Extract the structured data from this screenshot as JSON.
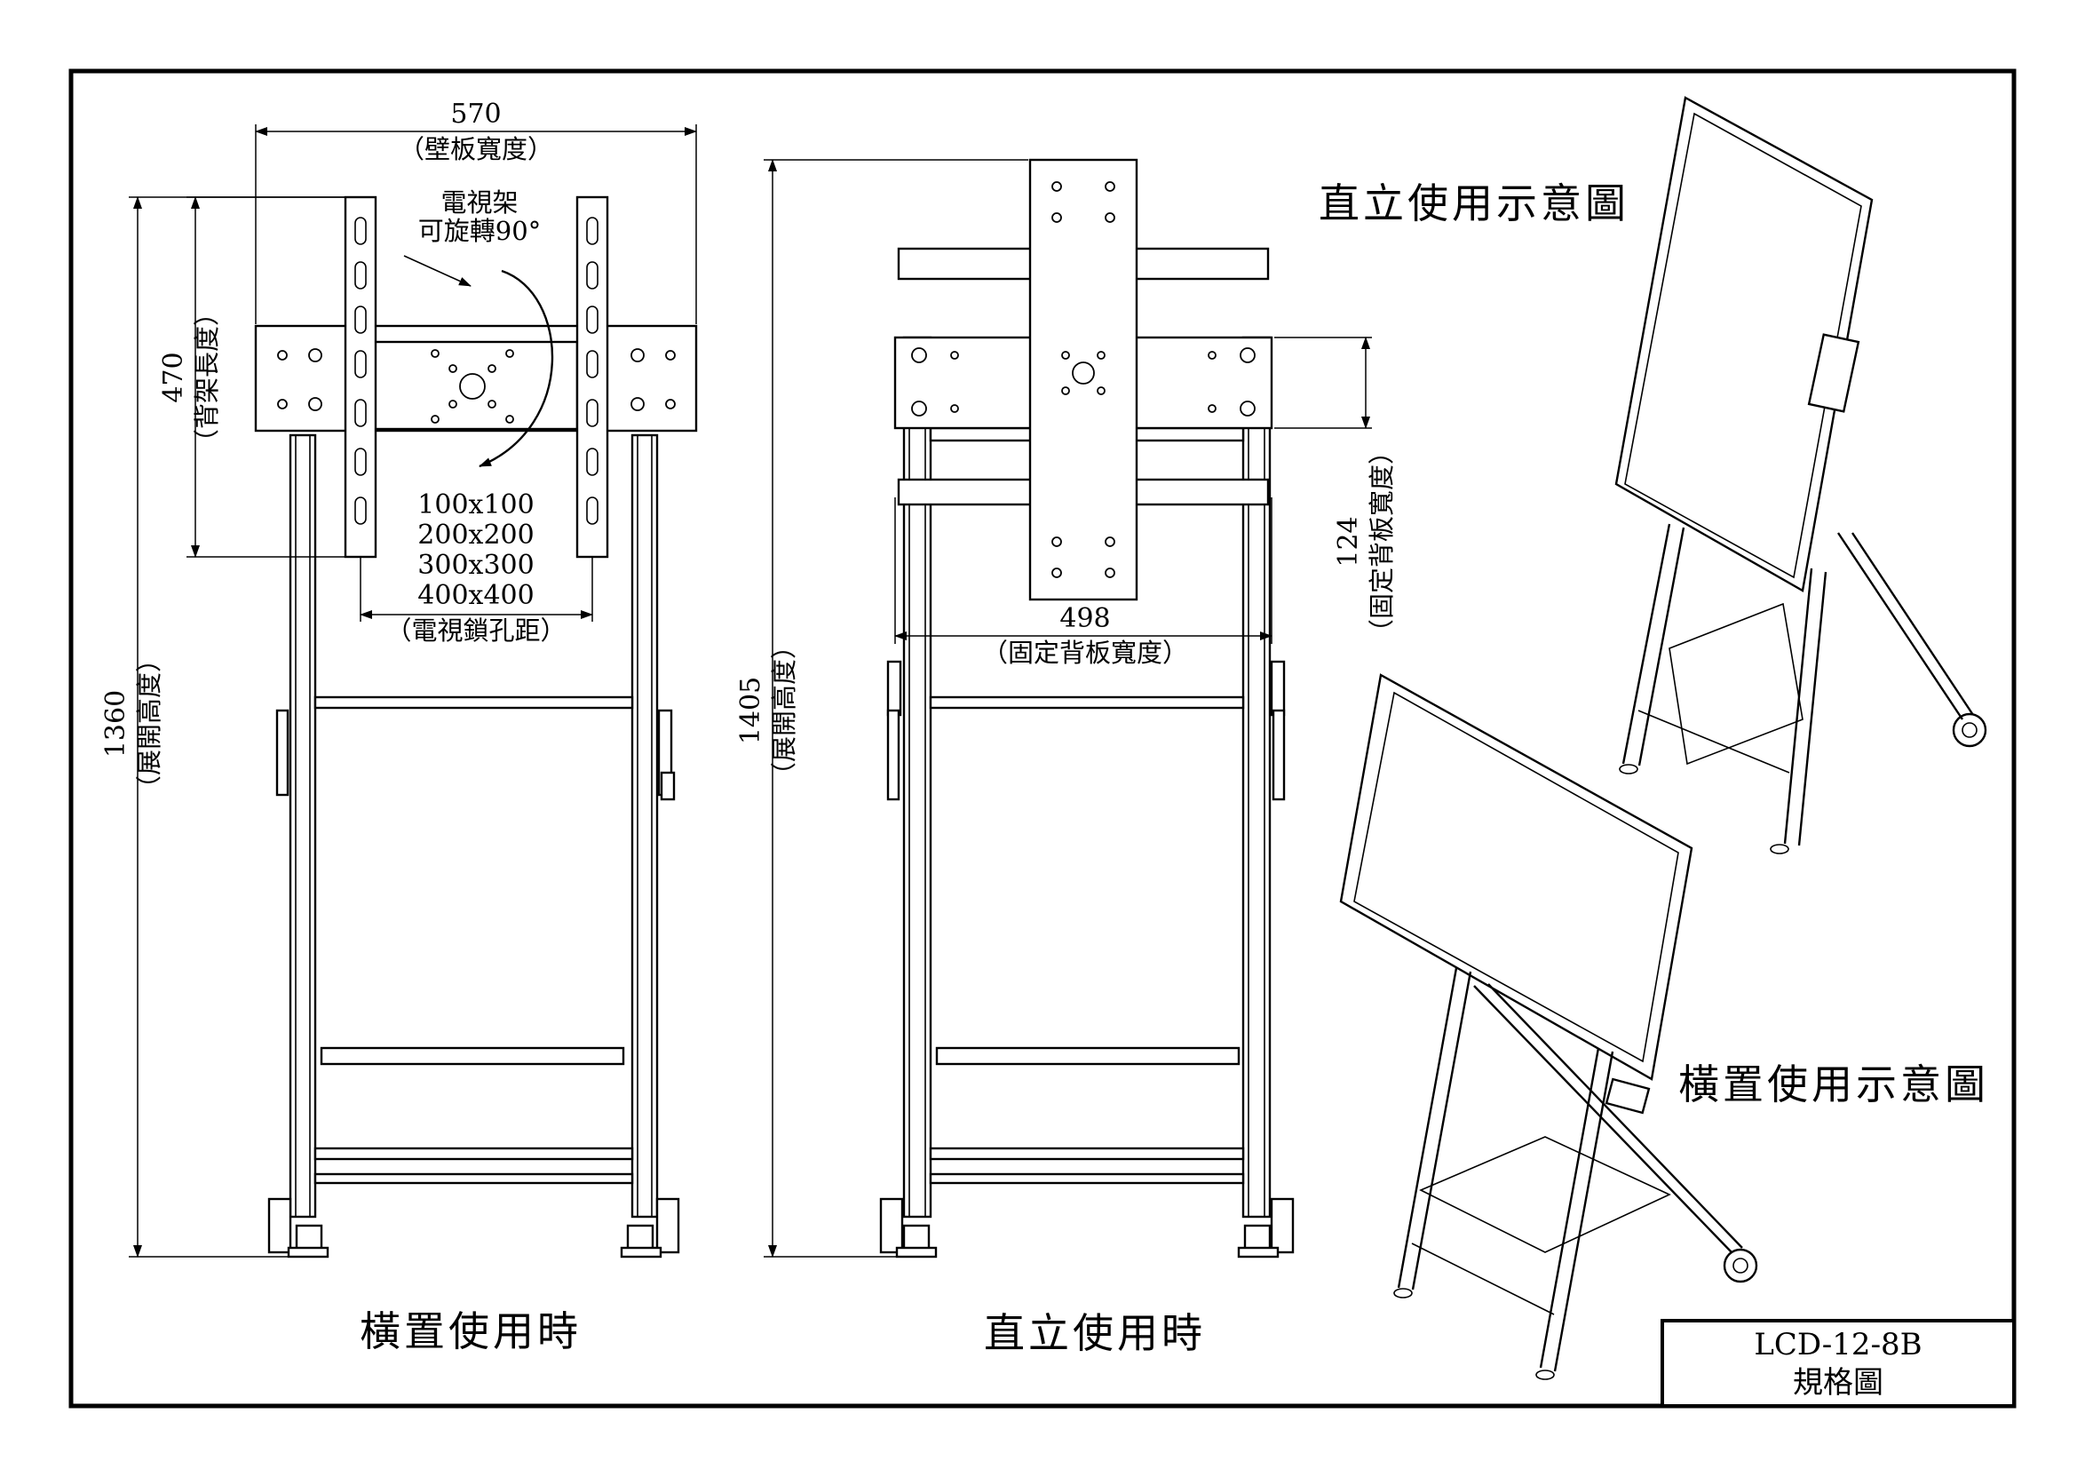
{
  "front_view": {
    "dim_width": "570",
    "dim_width_label": "（壁板寬度）",
    "rotate_line1": "電視架",
    "rotate_line2": "可旋轉90°",
    "dim_back_length": "470",
    "dim_back_length_label": "（背架長度）",
    "vesa": [
      "100x100",
      "200x200",
      "300x300",
      "400x400"
    ],
    "vesa_label": "（電視鎖孔距）",
    "dim_height": "1360",
    "dim_height_label": "（展開高度）",
    "caption": "橫置使用時"
  },
  "side_view": {
    "dim_height": "1405",
    "dim_height_label": "（展開高度）",
    "dim_fixed_width": "498",
    "dim_fixed_width_label": "（固定背板寬度）",
    "dim_plate": "124",
    "dim_plate_label": "（固定背板寬度）",
    "caption": "直立使用時"
  },
  "iso_portrait": {
    "caption": "直立使用示意圖"
  },
  "iso_landscape": {
    "caption": "橫置使用示意圖"
  },
  "title_block": {
    "model": "LCD-12-8B",
    "sheet_name": "規格圖"
  }
}
